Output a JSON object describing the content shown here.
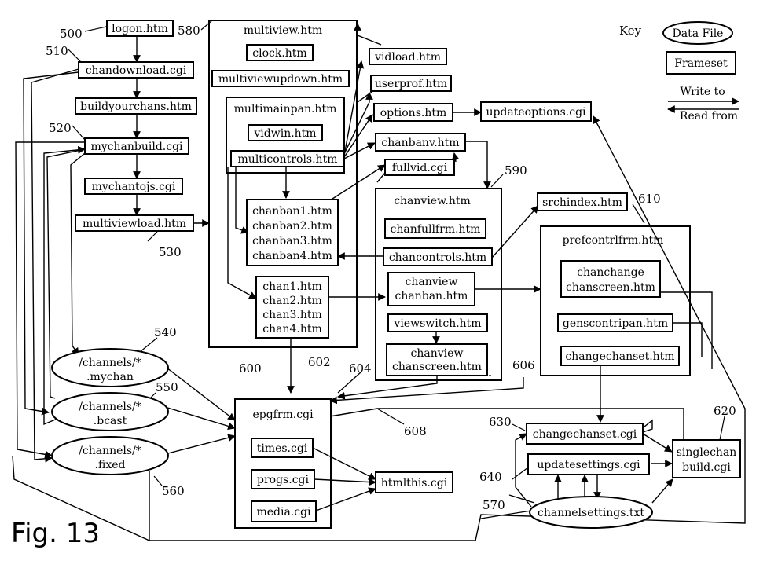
{
  "figure": {
    "label": "Fig. 13"
  },
  "key": {
    "title": "Key",
    "data_file": "Data File",
    "frameset": "Frameset",
    "write_to": "Write to",
    "read_from": "Read from"
  },
  "frames": {
    "multiview": "multiview.htm",
    "chanview": "chanview.htm",
    "prefcontrlfrm": "prefcontrlfrm.htm",
    "epgfrm": "epgfrm.cgi"
  },
  "nodes": {
    "logon": "logon.htm",
    "chandownload": "chandownload.cgi",
    "buildyourchans": "buildyourchans.htm",
    "mychanbuild": "mychanbuild.cgi",
    "mychantojs": "mychantojs.cgi",
    "multiviewload": "multiviewload.htm",
    "clock": "clock.htm",
    "multiviewupdown": "multiviewupdown.htm",
    "multimainpan": "multimainpan.htm",
    "vidwin": "vidwin.htm",
    "multicontrols": "multicontrols.htm",
    "chanban": [
      "chanban1.htm",
      "chanban2.htm",
      "chanban3.htm",
      "chanban4.htm"
    ],
    "chan": [
      "chan1.htm",
      "chan2.htm",
      "chan3.htm",
      "chan4.htm"
    ],
    "vidload": "vidload.htm",
    "userprof": "userprof.htm",
    "options": "options.htm",
    "updateoptions": "updateoptions.cgi",
    "chanbanv": "chanbanv.htm",
    "fullvid": "fullvid.cgi",
    "chanfullfrm": "chanfullfrm.htm",
    "chancontrols": "chancontrols.htm",
    "chanview_chanban": [
      "chanview",
      "chanban.htm"
    ],
    "viewswitch": "viewswitch.htm",
    "chanview_chanscreen": [
      "chanview",
      "chanscreen.htm"
    ],
    "srchindex": "srchindex.htm",
    "chanchange_chanscreen": [
      "chanchange",
      "chanscreen.htm"
    ],
    "genscontripan": "genscontripan.htm",
    "changechanset_htm": "changechanset.htm",
    "times": "times.cgi",
    "progs": "progs.cgi",
    "media": "media.cgi",
    "htmlthis": "htmlthis.cgi",
    "changechanset_cgi": "changechanset.cgi",
    "updatesettings": "updatesettings.cgi",
    "singlechan_build": [
      "singlechan",
      "build.cgi"
    ]
  },
  "data_files": {
    "mychan": [
      "/channels/*",
      ".mychan"
    ],
    "bcast": [
      "/channels/*",
      ".bcast"
    ],
    "fixed": [
      "/channels/*",
      ".fixed"
    ],
    "channelsettings": "channelsettings.txt"
  },
  "refs": {
    "r500": "500",
    "r510": "510",
    "r520": "520",
    "r530": "530",
    "r540": "540",
    "r550": "550",
    "r560": "560",
    "r570": "570",
    "r580": "580",
    "r590": "590",
    "r600": "600",
    "r602": "602",
    "r604": "604",
    "r606": "606",
    "r608": "608",
    "r610": "610",
    "r620": "620",
    "r630": "630",
    "r640": "640"
  }
}
